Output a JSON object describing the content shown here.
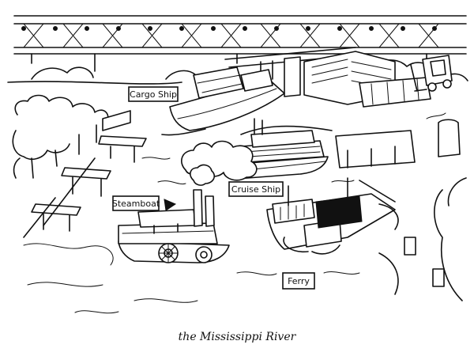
{
  "labels": {
    "cargo_ship": "Cargo Ship",
    "steamboat": "Steamboat",
    "cruise_ship": "Cruise Ship",
    "ferry": "Ferry"
  },
  "caption": "the Mississippi River"
}
